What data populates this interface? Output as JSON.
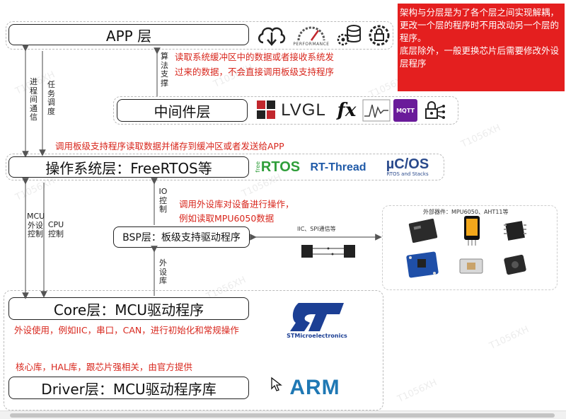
{
  "layers": {
    "app": "APP 层",
    "middleware": "中间件层",
    "os": "操作系统层：FreeRTOS等",
    "bsp": "BSP层：板级支持驱动程序",
    "core": "Core层：MCU驱动程序",
    "driver": "Driver层：MCU驱动程序库"
  },
  "annotations": {
    "app_read_1": "读取系统缓冲区中的数据或者接收系统发",
    "app_read_2": "过来的数据，不会直接调用板级支持程序",
    "os_call": "调用板级支持程序读取数据并储存到缓冲区或者发送给APP",
    "bsp_call_1": "调用外设库对设备进行操作，",
    "bsp_call_2": "例如读取MPU6050数据",
    "core_use": "外设使用，例如IIC，串口，CAN，进行初始化和常规操作",
    "driver_lib": "核心库，HAL库，跟芯片强相关，由官方提供"
  },
  "note": {
    "line1": "架构与分层是为了各个层之间实现解耦，更改一个层的程序时不用改动另一个层的程序。",
    "line2": "底层除外，一般更换芯片后需要修改外设层程序"
  },
  "arrow_labels": {
    "ipc": "进程间通信",
    "task_sched": "任务调度",
    "algo": "算法支撑",
    "mcu_periph": "MCU外设控制",
    "cpu_ctrl": "CPU控制",
    "io_ctrl": "IO控制",
    "periph_lib": "外设库"
  },
  "peripheral": {
    "title": "外部器件：MPU6050、AHT11等",
    "bus": "IIC、SPI通信等"
  },
  "logos": {
    "lvgl": "LVGL",
    "fx": "fx",
    "mqtt": "MQTT",
    "freertos": "RTOS",
    "freertos_prefix": "free",
    "rtthread": "RT-Thread",
    "ucos": "µC/OS",
    "ucos_sub": "RTOS and Stacks",
    "performance": "PERFORMANCE",
    "st": "ST",
    "st_sub": "STMicroelectronics",
    "arm": "ARM"
  },
  "watermark": "T1056XH",
  "colors": {
    "accent_red": "#d8261c",
    "note_bg": "#e41f1f",
    "lvgl_red": "#c1272d",
    "rtos_green": "#2f9e3a",
    "rtthread_blue": "#1f5aa8",
    "ucos_blue": "#2a4a8c",
    "st_blue": "#1c3f94",
    "arm_blue": "#1f78b4",
    "mqtt_purple": "#6a1b9a"
  }
}
